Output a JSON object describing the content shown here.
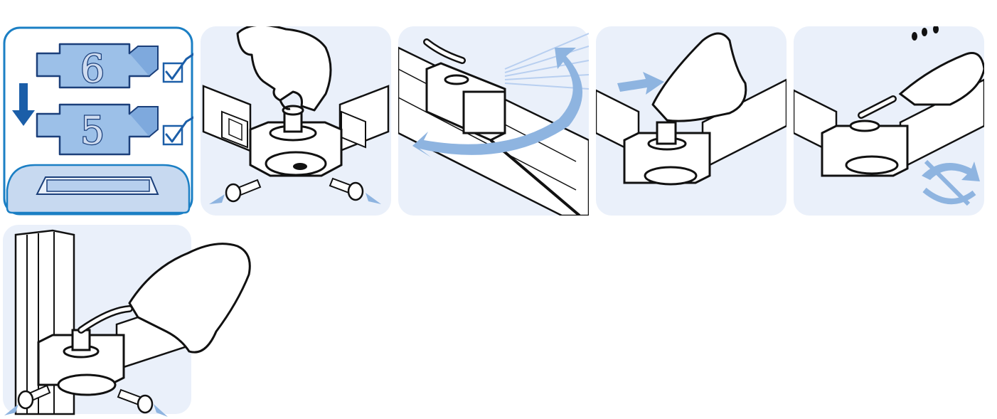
{
  "steps": [
    {
      "id": "step-1",
      "labels": [
        "6",
        "5"
      ],
      "checks": 2
    },
    {
      "id": "step-2"
    },
    {
      "id": "step-3"
    },
    {
      "id": "step-4"
    },
    {
      "id": "step-5"
    },
    {
      "id": "step-6"
    }
  ],
  "colors": {
    "panel_bg": "#eaf0fa",
    "accent_blue": "#8eb4e0",
    "dark_blue": "#1b5ea8",
    "line": "#111111",
    "step1_bg": "#ffffff",
    "step1_border": "#1b7fc4",
    "tab_fill": "#9cc0e8"
  },
  "icons": [
    "down-arrow-icon",
    "checkbox-checked-icon",
    "curved-arrow-icon",
    "push-arrow-icon",
    "crossed-rotation-icon",
    "hand-icon",
    "screw-icon",
    "water-drops-icon"
  ]
}
